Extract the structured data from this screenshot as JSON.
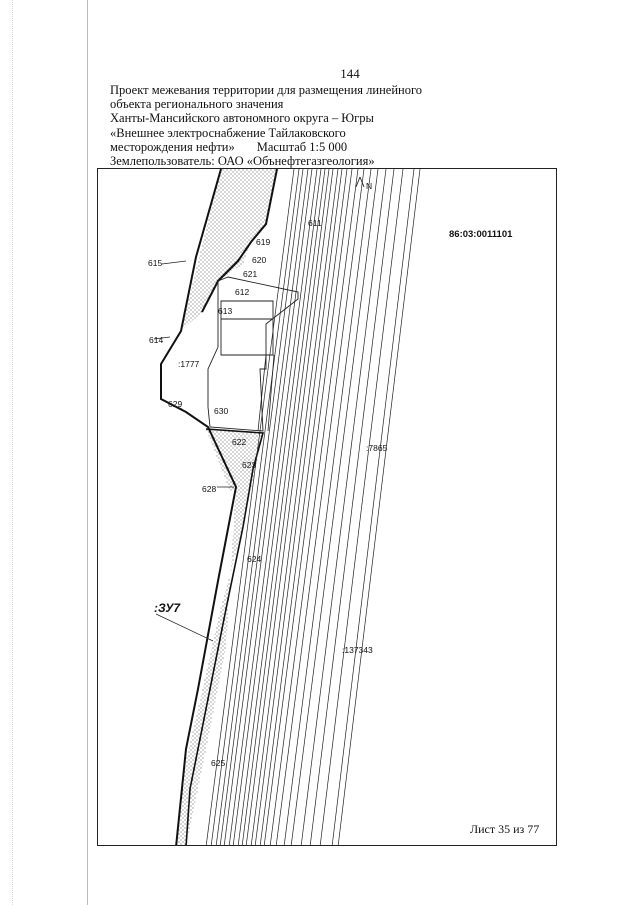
{
  "page_number": "144",
  "header": {
    "line1": "Проект межевания территории для размещения линейного",
    "line2": "объекта регионального значения",
    "line3": "Ханты-Мансийского автономного округа – Югры",
    "line4": "«Внешнее электроснабжение Тайлаковского",
    "line5": "месторождения нефти»",
    "scale": "Масштаб 1:5 000",
    "line6": "Землепользователь: ОАО «Обънефтегазгеология»"
  },
  "map": {
    "cadastral_block": "86:03:0011101",
    "parcel_label": ":ЗУ7",
    "parcels": {
      "p1777": ":1777",
      "p7865": ":7865",
      "p137343": ":137343"
    },
    "points": {
      "p611": "611",
      "p612": "612",
      "p613": "613",
      "p614": "614",
      "p615": "615",
      "p619": "619",
      "p620": "620",
      "p621": "621",
      "p622": "622",
      "p623": "623",
      "p624": "624",
      "p625": "625",
      "p628": "628",
      "p629": "629",
      "p630": "630"
    },
    "north_arrow": "N"
  },
  "sheet_info": "Лист 35 из 77"
}
